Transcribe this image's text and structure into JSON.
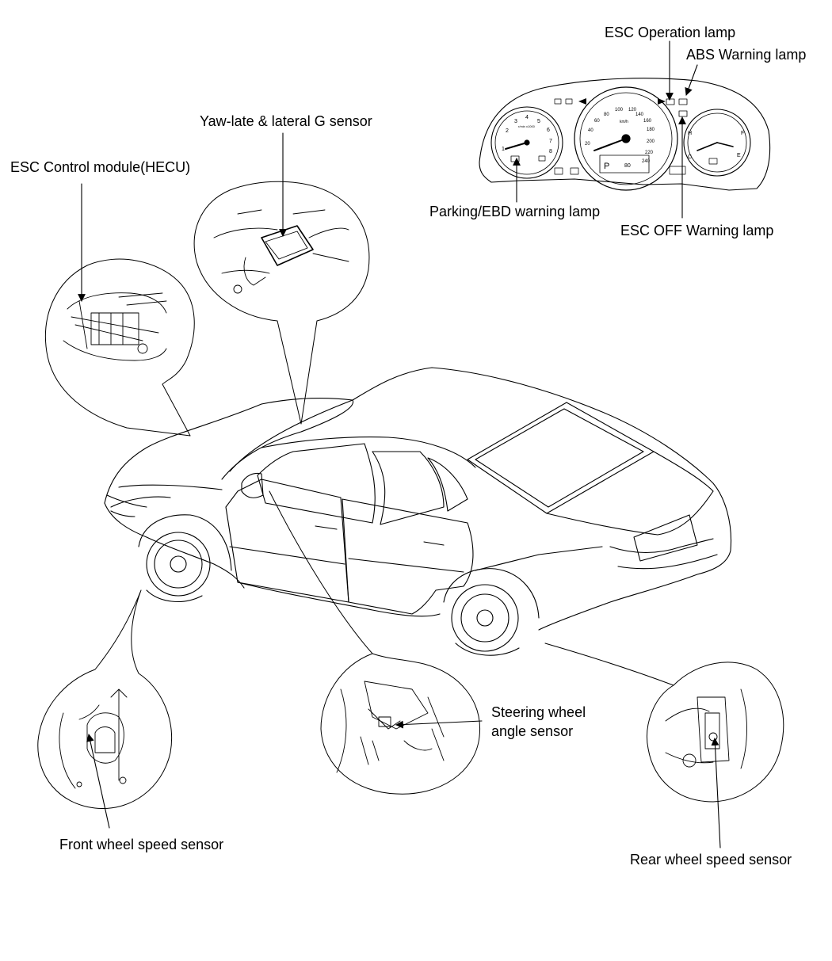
{
  "labels": {
    "esc_operation_lamp": "ESC Operation lamp",
    "abs_warning_lamp": "ABS Warning lamp",
    "yaw_rate_sensor": "Yaw-late & lateral G sensor",
    "esc_control_module": "ESC Control module(HECU)",
    "parking_ebd_lamp": "Parking/EBD warning lamp",
    "esc_off_lamp": "ESC OFF Warning lamp",
    "steering_angle_line1": "Steering wheel",
    "steering_angle_line2": "angle sensor",
    "front_wheel_sensor": "Front wheel speed sensor",
    "rear_wheel_sensor": "Rear wheel speed sensor"
  },
  "cluster": {
    "tach_numbers": [
      "1",
      "2",
      "3",
      "4",
      "5",
      "6",
      "7",
      "8"
    ],
    "speed_numbers": [
      "20",
      "40",
      "60",
      "80",
      "100",
      "120",
      "140",
      "160",
      "180",
      "200",
      "220",
      "240"
    ],
    "speed_unit": "km/h",
    "tach_unit": "r/min x1000",
    "gear": "P",
    "odo": "80",
    "temp_h": "H",
    "temp_c": "C",
    "fuel_f": "F",
    "fuel_e": "E"
  }
}
